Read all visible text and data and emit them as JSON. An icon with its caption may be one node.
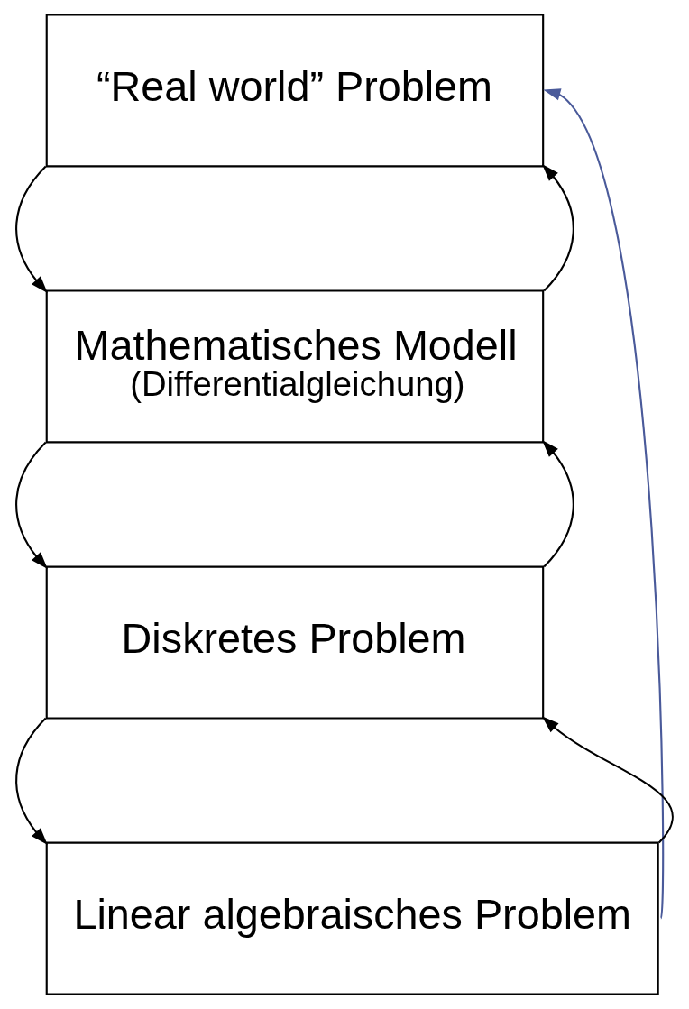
{
  "diagram": {
    "nodes": [
      {
        "text": [
          "“Real world” Problem"
        ]
      },
      {
        "text": [
          "Mathematisches Modell",
          "(Differentialgleichung)"
        ]
      },
      {
        "text": [
          "Diskretes Problem"
        ]
      },
      {
        "text": [
          "Linear algebraisches Problem"
        ]
      }
    ],
    "edges": [
      {
        "from": 0,
        "to": 1,
        "arrow": "to"
      },
      {
        "from": 1,
        "to": 0,
        "arrow": "to"
      },
      {
        "from": 1,
        "to": 2,
        "arrow": "to"
      },
      {
        "from": 2,
        "to": 1,
        "arrow": "to"
      },
      {
        "from": 2,
        "to": 3,
        "arrow": "to"
      },
      {
        "from": 3,
        "to": 2,
        "arrow": "to"
      },
      {
        "from": 3,
        "to": 0,
        "arrow": "to",
        "color": "#4a5a9a"
      }
    ]
  }
}
